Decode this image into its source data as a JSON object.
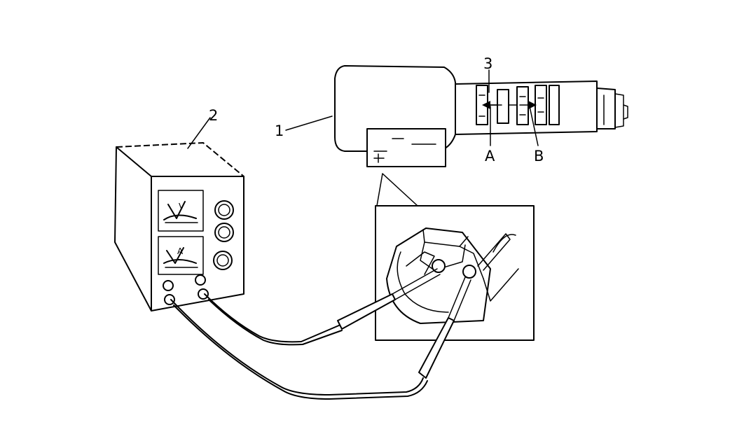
{
  "labels": {
    "solenoid": "1",
    "power_supply": "2",
    "spool": "3",
    "port_a": "A",
    "port_b": "B",
    "voltmeter_mark": "V",
    "ammeter_mark": "A"
  }
}
